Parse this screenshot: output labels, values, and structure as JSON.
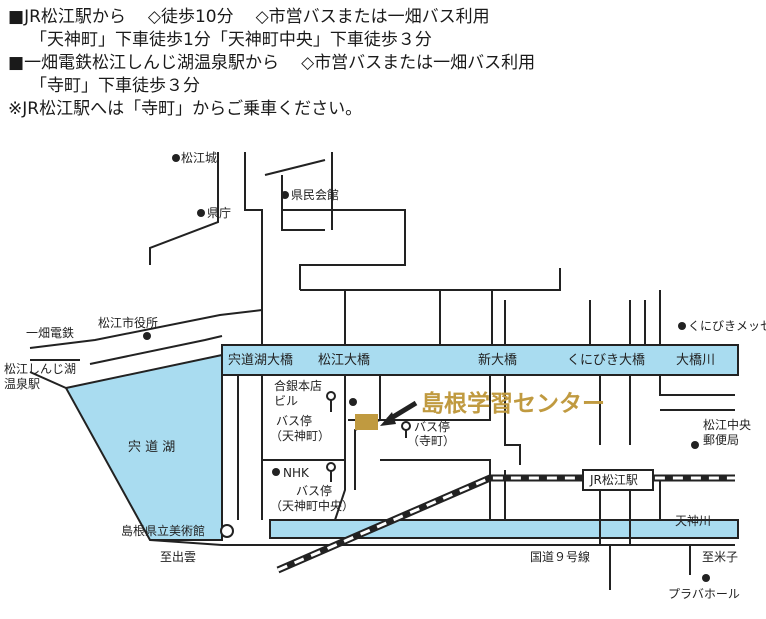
{
  "directions": {
    "line1": {
      "bullet": "■",
      "station": "JR松江駅から",
      "option": "◇徒歩10分",
      "option2": "◇市営バスまたは一畑バス利用"
    },
    "line2": "「天神町」下車徒歩1分「天神町中央」下車徒歩３分",
    "line3": {
      "bullet": "■",
      "station": "一畑電鉄松江しんじ湖温泉駅から",
      "option": "◇市営バスまたは一畑バス利用"
    },
    "line4": "「寺町」下車徒歩３分",
    "line5": "※JR松江駅へは「寺町」からご乗車ください。"
  },
  "map": {
    "destination": "島根学習センター",
    "landmarks": {
      "matsue_castle": "松江城",
      "kenmin_kaikan": "県民会館",
      "kencho": "県庁",
      "shiyakusho": "松江市役所",
      "kunibiki_messe": "くにびきメッセ",
      "gogin": [
        "合銀本店",
        "ビル"
      ],
      "nhk": "NHK",
      "yubinkyoku": [
        "松江中央",
        "郵便局"
      ],
      "museum": "島根県立美術館",
      "plabaholl": "プラバホール",
      "ichibata_line": "一畑電鉄",
      "shinjiko_station": [
        "松江しんじ湖",
        "温泉駅"
      ]
    },
    "bridges": {
      "shinjiko_ohashi": "宍道湖大橋",
      "matsue_ohashi": "松江大橋",
      "shin_ohashi": "新大橋",
      "kunibiki_ohashi": "くにびき大橋"
    },
    "bus_stops": {
      "tenjinmachi": [
        "バス停",
        "（天神町）"
      ],
      "teramachi": [
        "バス停",
        "（寺町）"
      ],
      "tenjinmachi_chuo": [
        "バス停",
        "（天神町中央）"
      ]
    },
    "water": {
      "lake": "宍 道 湖",
      "ohashi_river": "大橋川",
      "tenjin_river": "天神川"
    },
    "roads": {
      "route9": "国道９号線",
      "to_izumo": "至出雲",
      "to_yonago": "至米子"
    },
    "jr_station": "JR松江駅",
    "colors": {
      "water": "#a9dcf0",
      "destination": "#c09a40",
      "road": "#222222"
    }
  }
}
